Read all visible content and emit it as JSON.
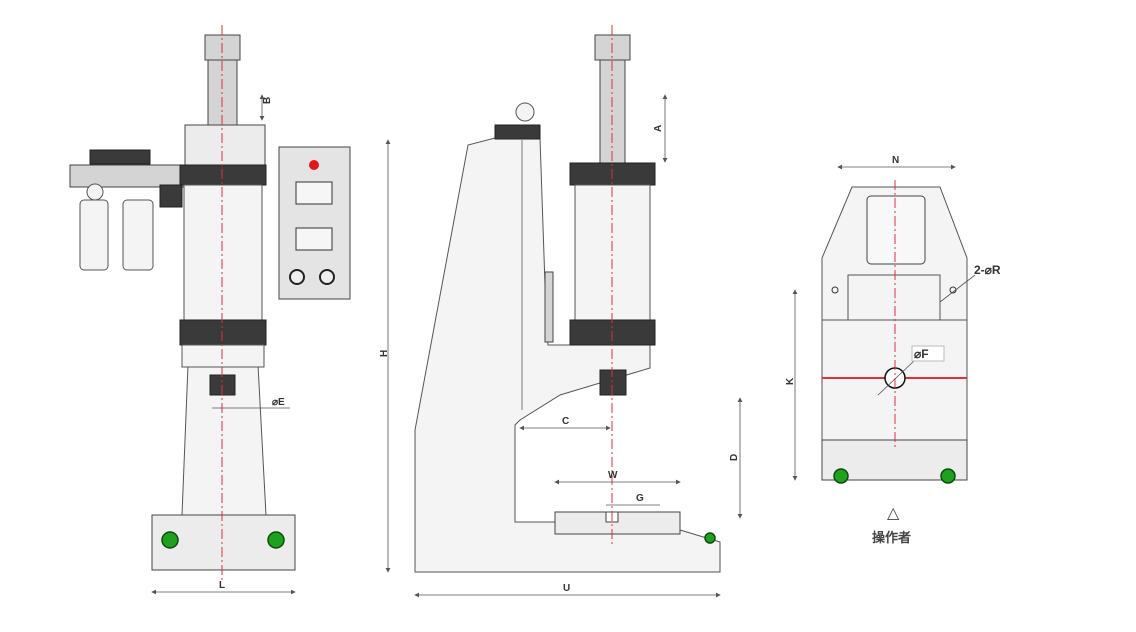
{
  "diagram": {
    "front_view": {
      "labels": {
        "B": "B",
        "E": "⌀E",
        "L": "L"
      }
    },
    "side_view": {
      "labels": {
        "H": "H",
        "A": "A",
        "C": "C",
        "D": "D",
        "W": "W",
        "G": "G",
        "U": "U"
      }
    },
    "top_view": {
      "labels": {
        "N": "N",
        "R": "2-⌀R",
        "F": "⌀F",
        "K": "K"
      },
      "operator_mark": "△",
      "operator_label": "操作者"
    },
    "colors": {
      "centerline": "#e0303a",
      "button": "#1fa01f",
      "indicator": "#e01818"
    }
  }
}
